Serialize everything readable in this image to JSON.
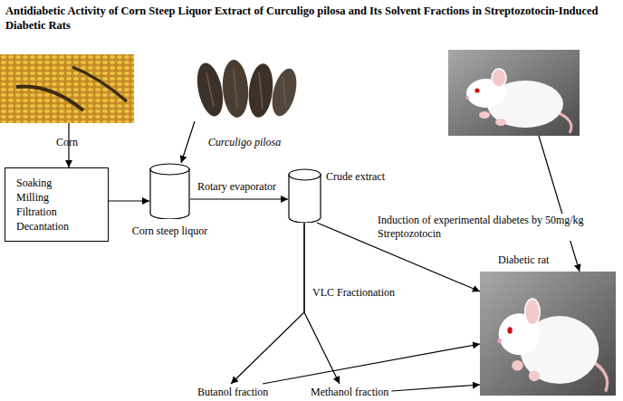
{
  "diagram": {
    "title": "Antidiabetic Activity of Corn Steep Liquor Extract of Curculigo pilosa and Its Solvent Fractions in Streptozotocin-Induced Diabetic Rats",
    "nodes": [
      {
        "text": [
          "Corn"
        ]
      },
      {
        "text": [
          "Curculigo pilosa"
        ]
      },
      {
        "text": []
      },
      {
        "text": [
          "Soaking Milling Filtration Decantation"
        ]
      },
      {
        "text": [
          "Corn steep liquor"
        ]
      },
      {
        "text": [
          "Crude extract"
        ]
      },
      {
        "text": [
          "Diabetic rat"
        ]
      },
      {
        "text": [
          "Butanol fraction"
        ]
      },
      {
        "text": [
          "Methanol fraction"
        ]
      }
    ],
    "edges": [
      {
        "from": 0,
        "to": 3,
        "arrow": "to"
      },
      {
        "from": 3,
        "to": 4,
        "arrow": "to"
      },
      {
        "from": 1,
        "to": 4,
        "arrow": "to"
      },
      {
        "from": 4,
        "to": 5,
        "arrow": "to",
        "label": "Rotary evaporator"
      },
      {
        "from": 5,
        "to": 7,
        "arrow": "to",
        "label": "VLC Fractionation"
      },
      {
        "from": 5,
        "to": 8,
        "arrow": "to"
      },
      {
        "from": 5,
        "to": 6,
        "arrow": "to"
      },
      {
        "from": 7,
        "to": 6,
        "arrow": "to"
      },
      {
        "from": 8,
        "to": 6,
        "arrow": "to"
      },
      {
        "from": 2,
        "to": 6,
        "arrow": "to",
        "label": "Induction of experimental diabetes by 50mg/kg Streptozotocin"
      }
    ]
  }
}
